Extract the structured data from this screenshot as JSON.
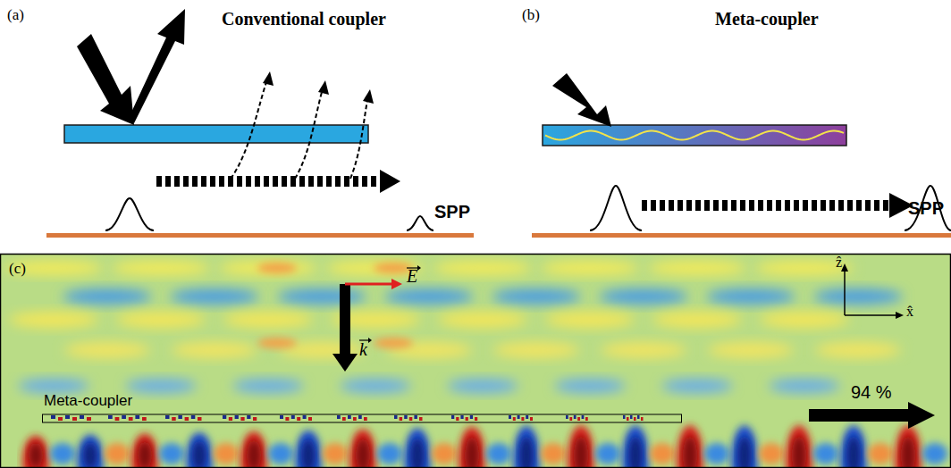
{
  "diagram": {
    "nodes": [
      {
        "text": [
          "Meta-coupler"
        ]
      }
    ],
    "labels": [
      "(a)",
      "Conventional coupler",
      "(b)",
      "Meta-coupler",
      "SPP",
      "SPP",
      "(c)",
      "E",
      "k",
      "ẑ",
      "x̂",
      "94 %"
    ]
  }
}
